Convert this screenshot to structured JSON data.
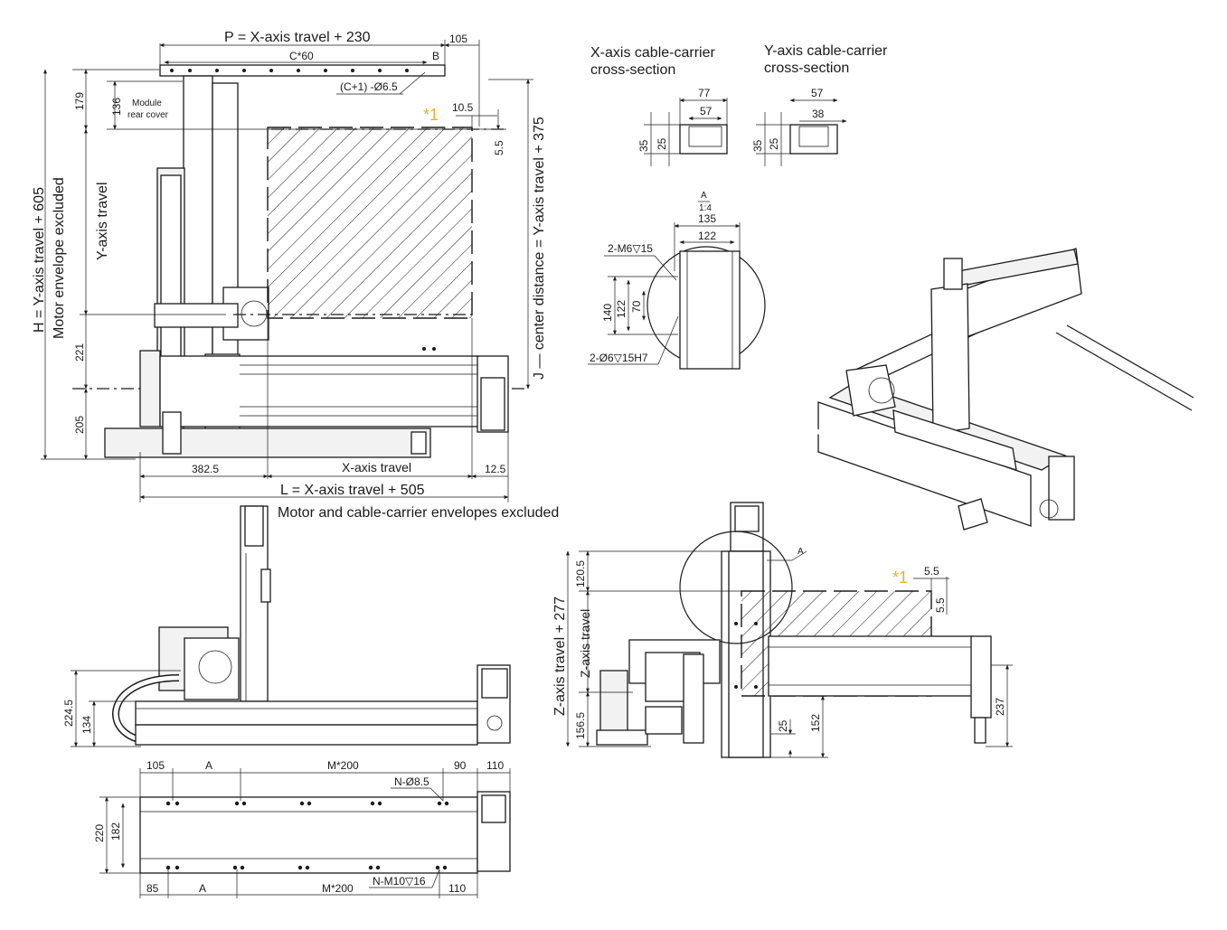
{
  "top_view": {
    "p_label": "P = X-axis travel + 230",
    "dim_105": "105",
    "c60": "C*60",
    "b": "B",
    "c1_hole": "(C+1) -Ø6.5",
    "module_rear_cover": "Module\nrear cover",
    "dim_179": "179",
    "dim_136": "136",
    "star1": "*1",
    "dim_10_5": "10.5",
    "dim_5_5": "5.5",
    "h_label": "H = Y-axis travel + 605",
    "motor_env": "Motor envelope excluded",
    "y_travel": "Y-axis travel",
    "dim_221": "221",
    "dim_205": "205",
    "dim_382_5": "382.5",
    "x_travel": "X-axis travel",
    "dim_12_5": "12.5",
    "l_label": "L = X-axis travel + 505",
    "j_label": "J — center distance = Y-axis travel + 375",
    "envelopes_note": "Motor and cable-carrier envelopes excluded"
  },
  "cable_carriers": {
    "x_title_1": "X-axis cable-carrier",
    "x_title_2": "cross-section",
    "x_w_outer": "77",
    "x_w_inner": "57",
    "x_h_outer": "35",
    "x_h_inner": "25",
    "y_title_1": "Y-axis cable-carrier",
    "y_title_2": "cross-section",
    "y_w_outer": "57",
    "y_w_inner": "38",
    "y_h_outer": "35",
    "y_h_inner": "25"
  },
  "detail_a": {
    "label": "A",
    "scale": "1:4",
    "dim_135": "135",
    "dim_122": "122",
    "m6": "2-M6▽15",
    "dim_140": "140",
    "dim_122v": "122",
    "dim_70": "70",
    "pin": "2-Ø6▽15H7"
  },
  "side_view": {
    "dim_224_5": "224.5",
    "dim_134": "134"
  },
  "base_view": {
    "dim_105": "105",
    "a_top": "A",
    "m200_top": "M*200",
    "dim_90": "90",
    "dim_110_top": "110",
    "n_hole": "N-Ø8.5",
    "dim_220": "220",
    "dim_182": "182",
    "dim_85": "85",
    "a_bot": "A",
    "m200_bot": "M*200",
    "n_tap": "N-M10▽16",
    "dim_110_bot": "110"
  },
  "front_view": {
    "detail_ref": "A",
    "star1": "*1",
    "dim_5_5h": "5.5",
    "dim_5_5v": "5.5",
    "dim_120_5": "120.5",
    "z_label": "Z-axis travel + 277",
    "z_travel": "Z-axis travel",
    "dim_156_5": "156.5",
    "dim_25": "25",
    "dim_152": "152",
    "dim_237": "237"
  }
}
